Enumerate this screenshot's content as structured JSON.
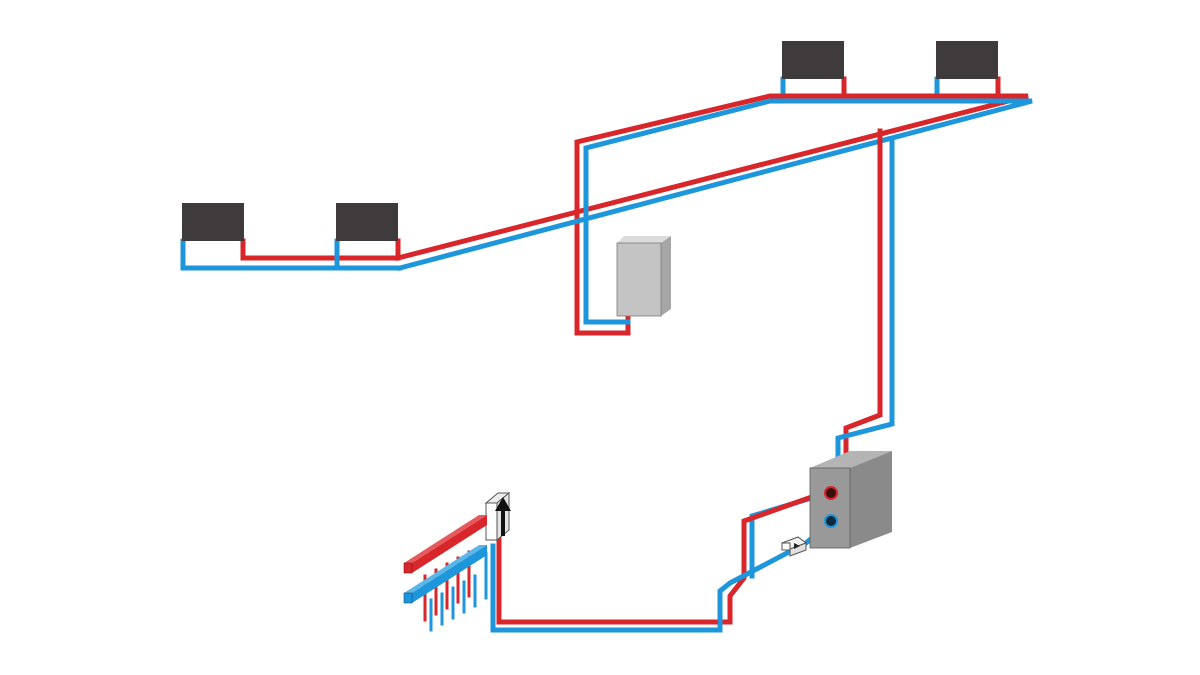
{
  "colors": {
    "supply": "#d8262b",
    "return": "#1e96dc",
    "radiator": "#3f3b3d",
    "unit_face": "#c4c4c4",
    "unit_side": "#a6a6a6",
    "unit_top": "#dcdcdc",
    "boiler_face": "#999999",
    "boiler_side": "#8a8a8a",
    "boiler_top": "#b4b4b4",
    "background": "#ffffff"
  },
  "components": {
    "radiators": [
      "radiator-left-1",
      "radiator-left-2",
      "radiator-right-1",
      "radiator-right-2"
    ],
    "units": [
      "wall-unit",
      "boiler",
      "underfloor-manifold",
      "pump"
    ]
  }
}
